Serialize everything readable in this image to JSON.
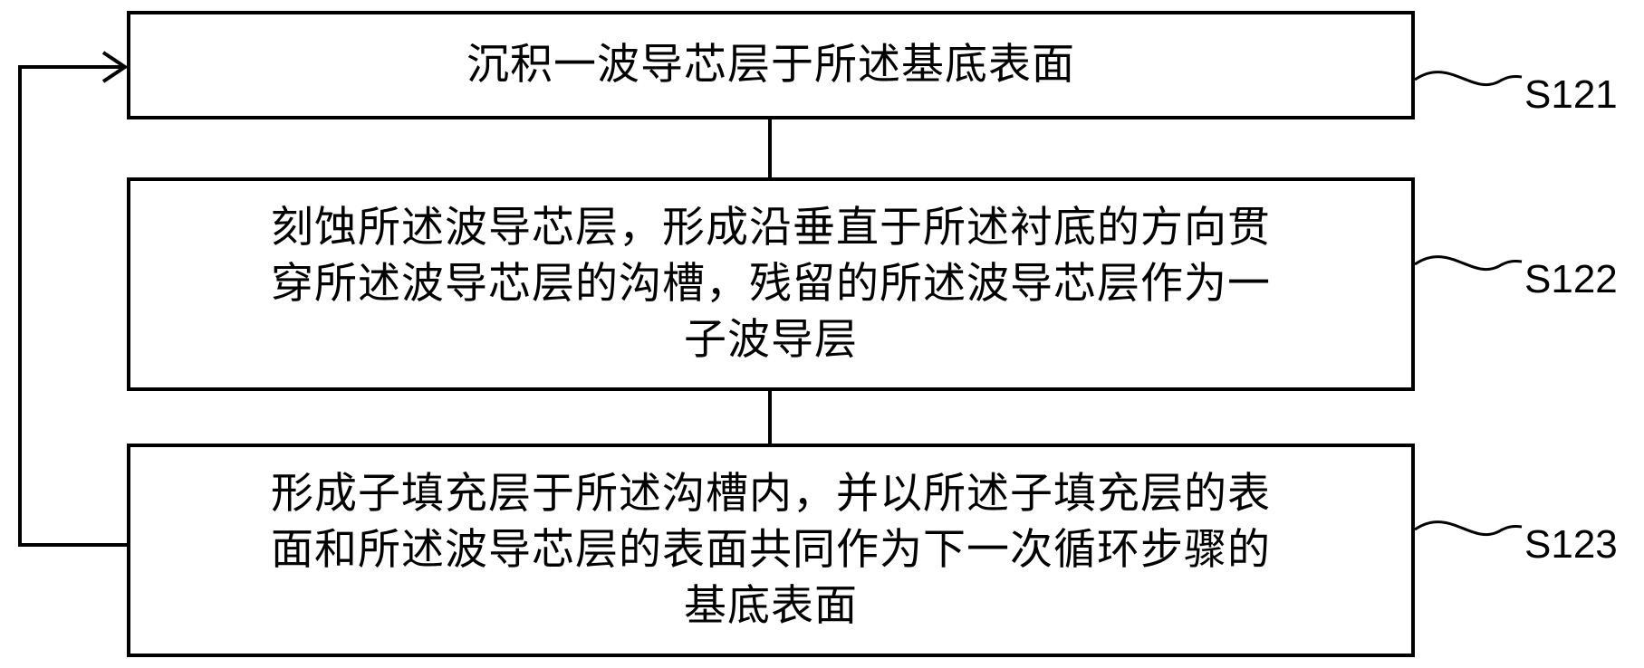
{
  "steps": [
    {
      "id": "S121",
      "text": "沉积一波导芯层于所述基底表面"
    },
    {
      "id": "S122",
      "lines": [
        "刻蚀所述波导芯层，形成沿垂直于所述衬底的方向贯",
        "穿所述波导芯层的沟槽，残留的所述波导芯层作为一",
        "子波导层"
      ]
    },
    {
      "id": "S123",
      "lines": [
        "形成子填充层于所述沟槽内，并以所述子填充层的表",
        "面和所述波导芯层的表面共同作为下一次循环步骤的",
        "基底表面"
      ]
    }
  ]
}
